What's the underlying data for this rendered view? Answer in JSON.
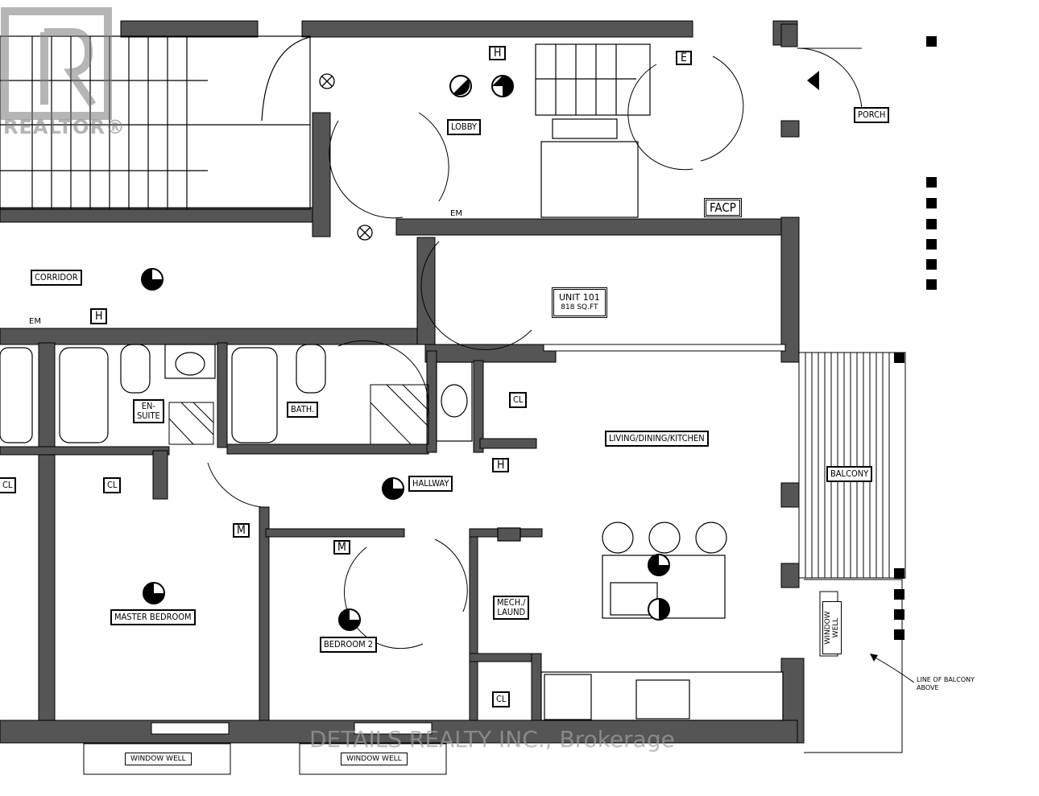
{
  "watermarks": {
    "realtor": "REALTOR®",
    "brokerage": "DETAILS REALTY INC., Brokerage"
  },
  "rooms": {
    "corridor": "CORRIDOR",
    "lobby": "LOBBY",
    "porch": "PORCH",
    "facp": "FACP",
    "unit_name": "UNIT 101",
    "unit_area": "818 SQ.FT",
    "living": "LIVING/DINING/KITCHEN",
    "balcony": "BALCONY",
    "ensuite_1": "EN-",
    "ensuite_2": "SUITE",
    "bath": "BATH.",
    "hallway": "HALLWAY",
    "cl": "CL",
    "mech_1": "MECH./",
    "mech_2": "LAUND",
    "master": "MASTER BEDROOM",
    "bedroom2": "BEDROOM 2",
    "window_well": "WINDOW WELL",
    "balcony_note": "LINE OF BALCONY ABOVE",
    "em": "EM",
    "h": "H",
    "m": "M",
    "e": "E"
  }
}
